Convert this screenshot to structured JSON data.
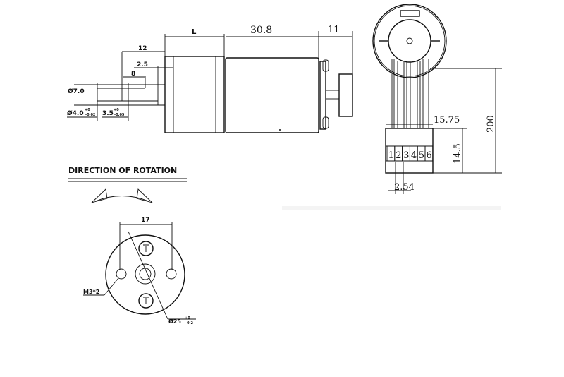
{
  "side_view": {
    "dim_L": "L",
    "dim_motor_length": "30.8",
    "dim_end": "11",
    "dim_shaft_length": "12",
    "dim_collar": "2.5",
    "dim_flat": "8",
    "dim_boss_diameter": "Ø7.0",
    "dim_shaft_diameter": "Ø4.0",
    "dim_shaft_tol_upper": "+0",
    "dim_shaft_tol_lower": "-0.02",
    "dim_flat_size": "3.5",
    "dim_flat_tol_upper": "+0",
    "dim_flat_tol_lower": "-0.05"
  },
  "rotation": {
    "title": "DIRECTION OF ROTATION"
  },
  "front_view": {
    "dim_hole_spacing": "17",
    "hole_label": "M3*2",
    "dim_diameter": "Ø25",
    "dim_diameter_tol_upper": "+0",
    "dim_diameter_tol_lower": "-0.2"
  },
  "encoder_view": {
    "dim_connector_width": "15.75",
    "dim_connector_height": "14.5",
    "dim_cable_length": "200",
    "dim_pin_pitch": "2.54",
    "pins": [
      "1",
      "2",
      "3",
      "4",
      "5",
      "6"
    ]
  }
}
